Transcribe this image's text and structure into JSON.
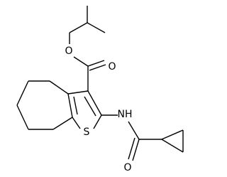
{
  "molecule": {
    "atoms": {
      "o_ester": "O",
      "o_carbonyl": "O",
      "nh": "NH",
      "s": "S",
      "o_amide": "O"
    }
  }
}
